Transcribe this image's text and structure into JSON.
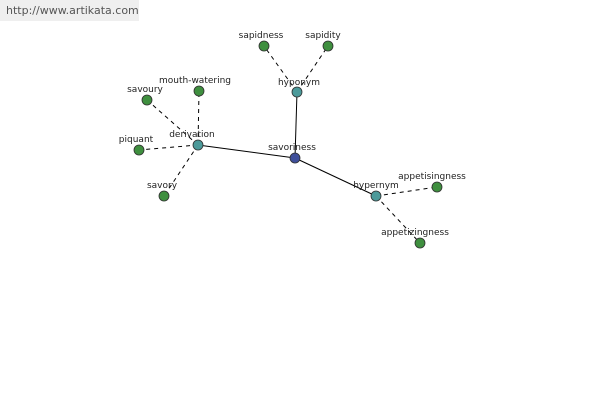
{
  "watermark": "http://www.artikata.com",
  "colors": {
    "center": "#3f4f9a",
    "relation": "#4c9a9a",
    "leaf": "#3f8f3f",
    "stroke": "#2f2f2f",
    "edge": "#000000"
  },
  "nodes": [
    {
      "id": "savoriness",
      "label": "savoriness",
      "kind": "center"
    },
    {
      "id": "hyponym",
      "label": "hyponym",
      "kind": "relation"
    },
    {
      "id": "derivation",
      "label": "derivation",
      "kind": "relation"
    },
    {
      "id": "hypernym",
      "label": "hypernym",
      "kind": "relation"
    },
    {
      "id": "sapidness",
      "label": "sapidness",
      "kind": "leaf"
    },
    {
      "id": "sapidity",
      "label": "sapidity",
      "kind": "leaf"
    },
    {
      "id": "savoury",
      "label": "savoury",
      "kind": "leaf"
    },
    {
      "id": "mouth-watering",
      "label": "mouth-watering",
      "kind": "leaf"
    },
    {
      "id": "piquant",
      "label": "piquant",
      "kind": "leaf"
    },
    {
      "id": "savory",
      "label": "savory",
      "kind": "leaf"
    },
    {
      "id": "appetisingness",
      "label": "appetisingness",
      "kind": "leaf"
    },
    {
      "id": "appetizingness",
      "label": "appetizingness",
      "kind": "leaf"
    }
  ],
  "edges": [
    {
      "from": "savoriness",
      "to": "hyponym",
      "style": "solid"
    },
    {
      "from": "savoriness",
      "to": "derivation",
      "style": "solid"
    },
    {
      "from": "savoriness",
      "to": "hypernym",
      "style": "solid"
    },
    {
      "from": "hyponym",
      "to": "sapidness",
      "style": "dashed"
    },
    {
      "from": "hyponym",
      "to": "sapidity",
      "style": "dashed"
    },
    {
      "from": "derivation",
      "to": "savoury",
      "style": "dashed"
    },
    {
      "from": "derivation",
      "to": "mouth-watering",
      "style": "dashed"
    },
    {
      "from": "derivation",
      "to": "piquant",
      "style": "dashed"
    },
    {
      "from": "derivation",
      "to": "savory",
      "style": "dashed"
    },
    {
      "from": "hypernym",
      "to": "appetisingness",
      "style": "dashed"
    },
    {
      "from": "hypernym",
      "to": "appetizingness",
      "style": "dashed"
    }
  ]
}
